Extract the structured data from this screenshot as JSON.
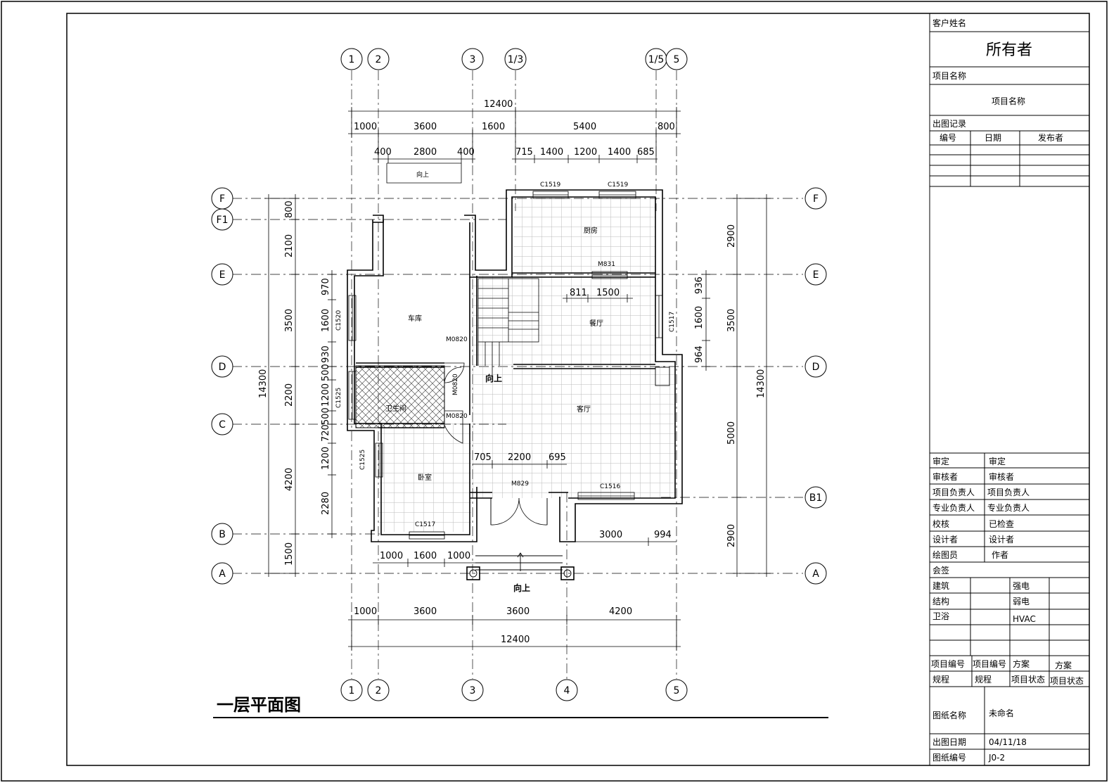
{
  "drawing": {
    "title": "一层平面图",
    "axes_top": [
      "1",
      "2",
      "3",
      "1/3",
      "1/5",
      "5"
    ],
    "axes_bottom": [
      "1",
      "2",
      "3",
      "4",
      "5"
    ],
    "axes_left": [
      "F",
      "F1",
      "E",
      "D",
      "C",
      "B",
      "A"
    ],
    "axes_right": [
      "F",
      "E",
      "D",
      "B1",
      "A"
    ],
    "dims": {
      "top_total": "12400",
      "top_row1": [
        "1000",
        "3600",
        "1600",
        "5400",
        "800"
      ],
      "top_row2": [
        "400",
        "2800",
        "400",
        "715",
        "1400",
        "1200",
        "1400",
        "685"
      ],
      "bottom_row1": [
        "1000",
        "3600",
        "3600",
        "4200"
      ],
      "bottom_total": "12400",
      "left_total": "14300",
      "left_row1": [
        "800",
        "2100",
        "3500",
        "2200",
        "4200",
        "1500"
      ],
      "left_row2": [
        "970",
        "1600",
        "930",
        "500",
        "1200",
        "500",
        "720",
        "1200",
        "2280"
      ],
      "right_total": "14300",
      "right_row1": [
        "2900",
        "3500",
        "5000",
        "2900"
      ],
      "right_inner": [
        "936",
        "1600",
        "964"
      ],
      "misc": [
        "811",
        "1500",
        "705",
        "2200",
        "695",
        "3000",
        "994",
        "1000",
        "1600",
        "1000"
      ]
    },
    "rooms": {
      "kitchen": "厨房",
      "garage": "车库",
      "dining": "餐厅",
      "bath": "卫生间",
      "living": "客厅",
      "bedroom": "卧室"
    },
    "labels": {
      "stair_up": "向上",
      "up1": "向上",
      "up2": "向上",
      "c1519a": "C1519",
      "c1519b": "C1519",
      "m831": "M831",
      "c1520": "C1520",
      "c1517v": "C1517",
      "m0820a": "M0820",
      "m0820b": "M0820",
      "m0820c": "M0820",
      "c1525a": "C1525",
      "c1525b": "C1525",
      "m829": "M829",
      "c1516": "C1516",
      "c1517h": "C1517"
    }
  },
  "title_block": {
    "client_label": "客户姓名",
    "client_value": "所有者",
    "project_label": "项目名称",
    "project_value": "项目名称",
    "issue_label": "出图记录",
    "issue_cols": [
      "编号",
      "日期",
      "发布者"
    ],
    "rows": [
      [
        "审定",
        "审定"
      ],
      [
        "审核者",
        "审核者"
      ],
      [
        "项目负责人",
        "项目负责人"
      ],
      [
        "专业负责人",
        "专业负责人"
      ],
      [
        "校核",
        "已检查"
      ],
      [
        "设计者",
        "设计者"
      ],
      [
        "绘图员",
        "作者"
      ]
    ],
    "countersign": "会签",
    "disciplines": [
      [
        "建筑",
        "强电"
      ],
      [
        "结构",
        "弱电"
      ],
      [
        "卫浴",
        "HVAC"
      ]
    ],
    "proj_no_label": "项目编号",
    "proj_no_value": "项目编号",
    "scheme_label": "方案",
    "scheme_value": "方案",
    "spec_label": "规程",
    "spec_value": "规程",
    "status_label": "项目状态",
    "status_value": "项目状态",
    "sheet_name_label": "图纸名称",
    "sheet_name_value": "未命名",
    "date_label": "出图日期",
    "date_value": "04/11/18",
    "sheet_no_label": "图纸编号",
    "sheet_no_value": "J0-2"
  }
}
